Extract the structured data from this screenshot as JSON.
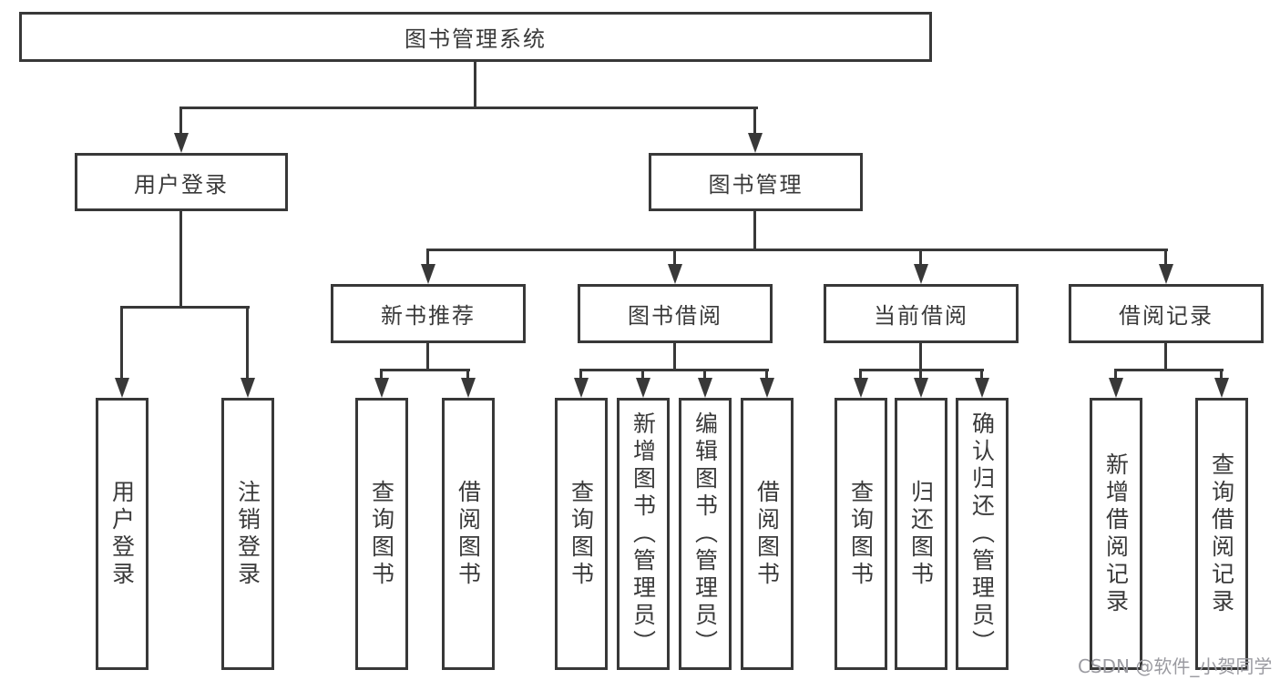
{
  "tree": {
    "label": "图书管理系统",
    "children": [
      {
        "label": "用户登录",
        "children": [
          {
            "label": "用户登录"
          },
          {
            "label": "注销登录"
          }
        ]
      },
      {
        "label": "图书管理",
        "children": [
          {
            "label": "新书推荐",
            "children": [
              {
                "label": "查询图书"
              },
              {
                "label": "借阅图书"
              }
            ]
          },
          {
            "label": "图书借阅",
            "children": [
              {
                "label": "查询图书"
              },
              {
                "label": "新增图书（管理员）"
              },
              {
                "label": "编辑图书（管理员）"
              },
              {
                "label": "借阅图书"
              }
            ]
          },
          {
            "label": "当前借阅",
            "children": [
              {
                "label": "查询图书"
              },
              {
                "label": "归还图书"
              },
              {
                "label": "确认归还（管理员）"
              }
            ]
          },
          {
            "label": "借阅记录",
            "children": [
              {
                "label": "新增借阅记录"
              },
              {
                "label": "查询借阅记录"
              }
            ]
          }
        ]
      }
    ]
  },
  "watermark": {
    "text": "CSDN @软件_小贺同学"
  },
  "colors": {
    "line": "#383838",
    "text": "#3a3a3a",
    "watermark": "#9b9ba1",
    "background": "#ffffff"
  }
}
